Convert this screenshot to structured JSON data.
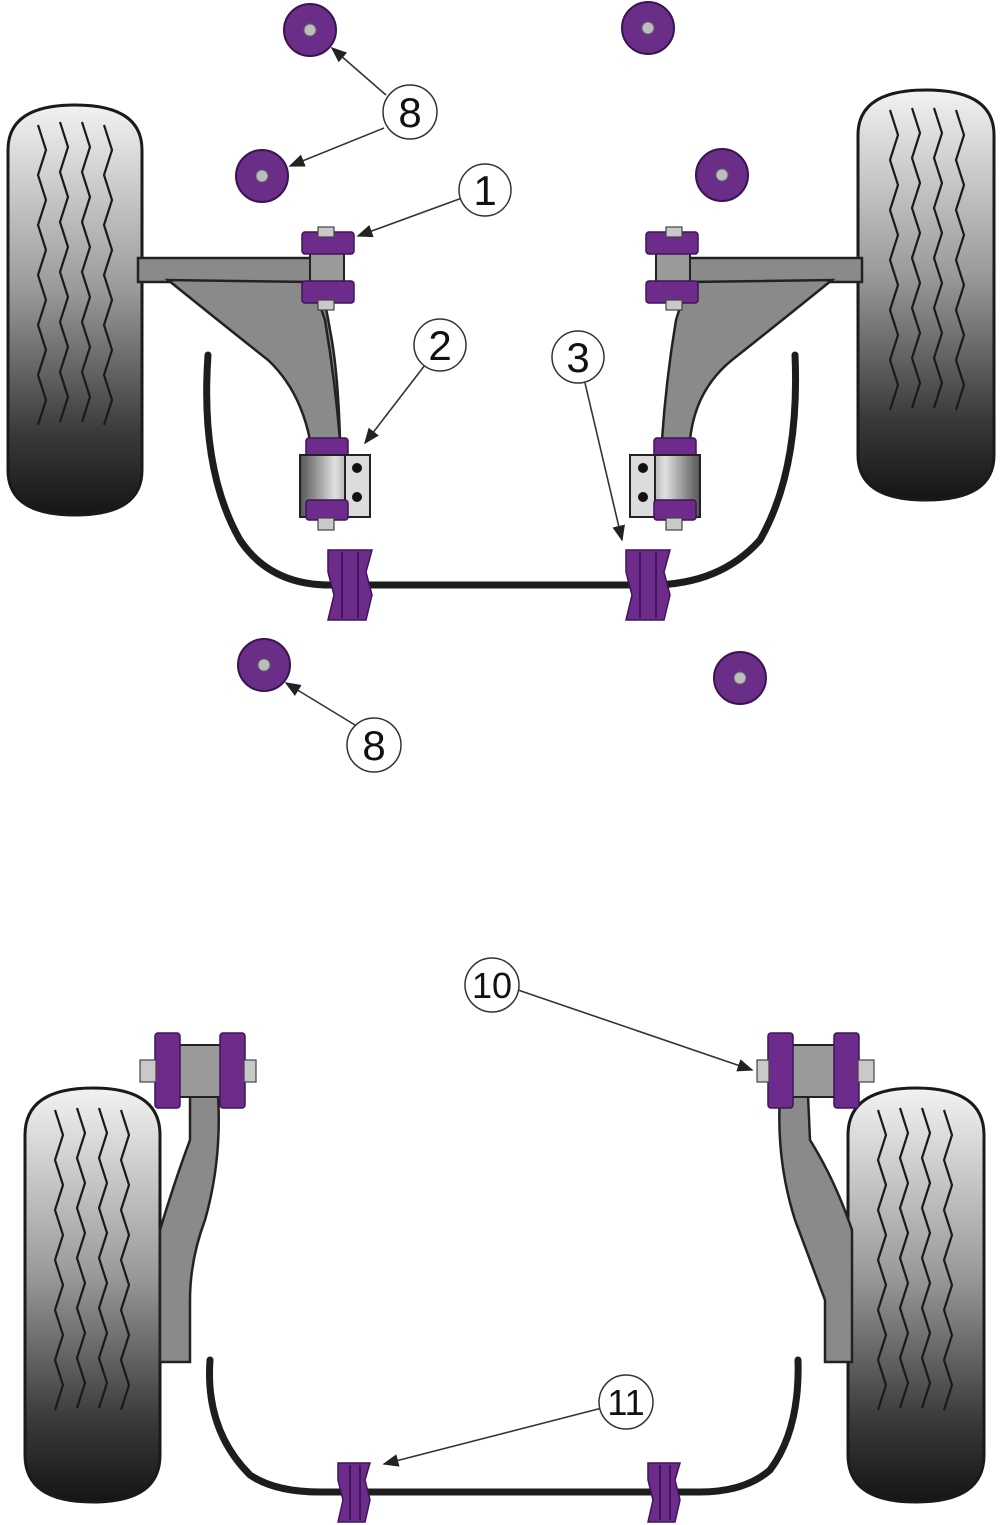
{
  "callouts": {
    "c8_top": "8",
    "c1": "1",
    "c2": "2",
    "c3": "3",
    "c8_bottom": "8",
    "c10": "10",
    "c11": "11"
  },
  "colors": {
    "polyurethane": "#6d2c8c",
    "arm": "#8a8a8a",
    "tyre_dark": "#1a1a1a",
    "tyre_light": "#e6e6e6",
    "bar": "#1d1d1d"
  },
  "icons": {
    "washer": "washer-icon",
    "tyre": "tyre-icon",
    "bush": "bush-icon"
  }
}
